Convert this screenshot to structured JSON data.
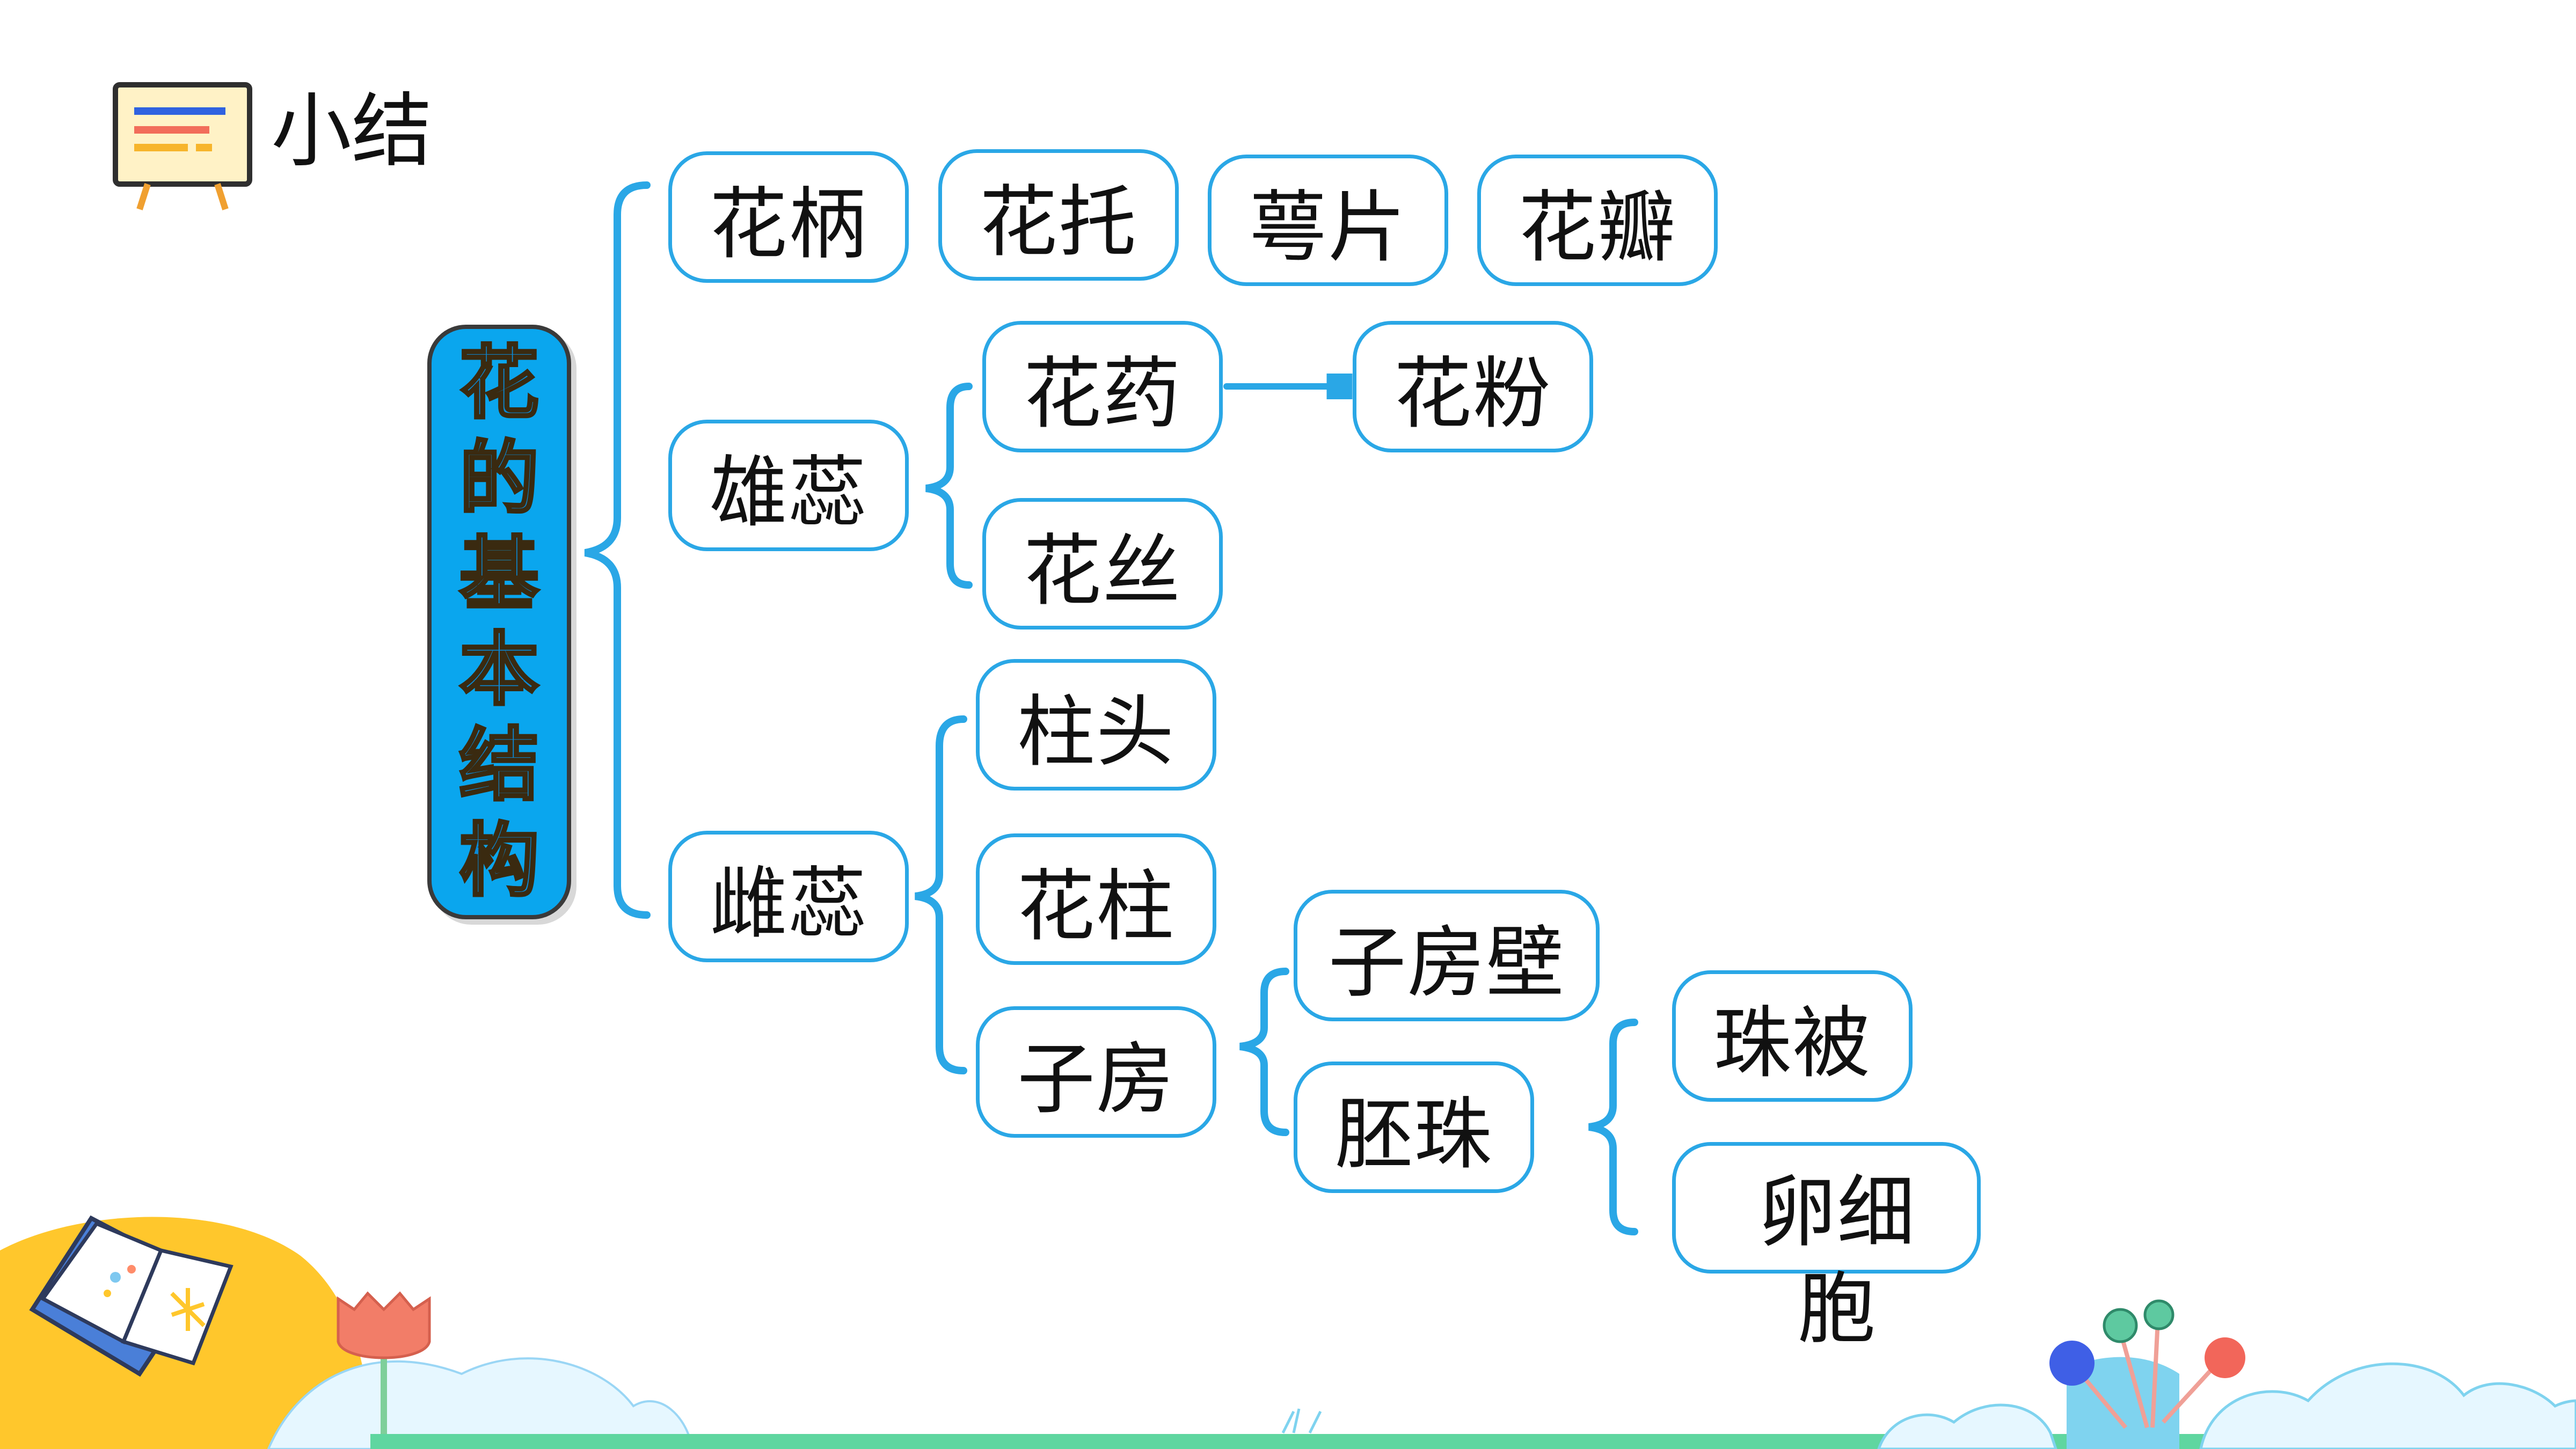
{
  "header": {
    "title": "小结",
    "icon": "presentation-board-icon"
  },
  "diagram": {
    "root": "花的基本结构",
    "top_row": [
      "花柄",
      "花托",
      "萼片",
      "花瓣"
    ],
    "stamen": {
      "label": "雄蕊",
      "anther": "花药",
      "pollen": "花粉",
      "filament": "花丝"
    },
    "pistil": {
      "label": "雌蕊",
      "stigma": "柱头",
      "style": "花柱",
      "ovary": "子房",
      "ovary_wall": "子房壁",
      "ovule": "胚珠",
      "integument": "珠被",
      "egg_cell": "卵细胞"
    }
  },
  "colors": {
    "line": "#2aa7e6",
    "root_fill": "#0aa6ee",
    "accent_yellow": "#ffc72c",
    "ground_green": "#5fd6a0"
  },
  "decorations": [
    "open-book-icon",
    "tulip-icon",
    "balloon-tree-icon",
    "cloud-icon"
  ]
}
